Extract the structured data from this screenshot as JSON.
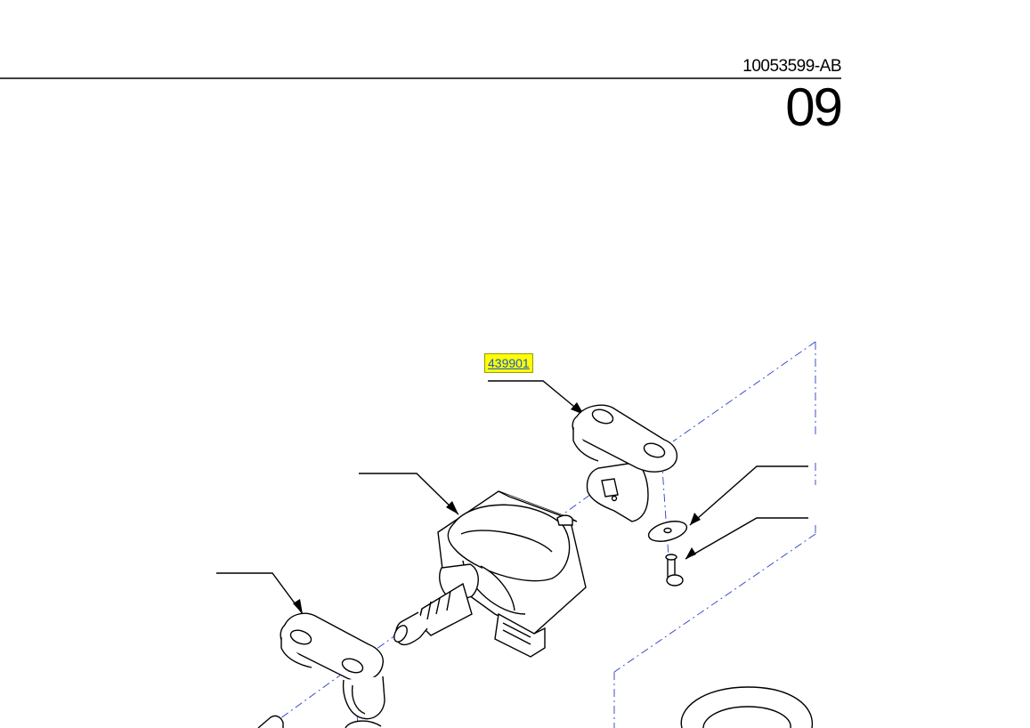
{
  "header": {
    "doc_number": "10053599-AB",
    "page_number": "09"
  },
  "callouts": {
    "part_link": "439901"
  },
  "colors": {
    "line": "#000000",
    "centerline": "#2b3cc9",
    "highlight": "#ffff00",
    "link": "#1a56d6"
  }
}
